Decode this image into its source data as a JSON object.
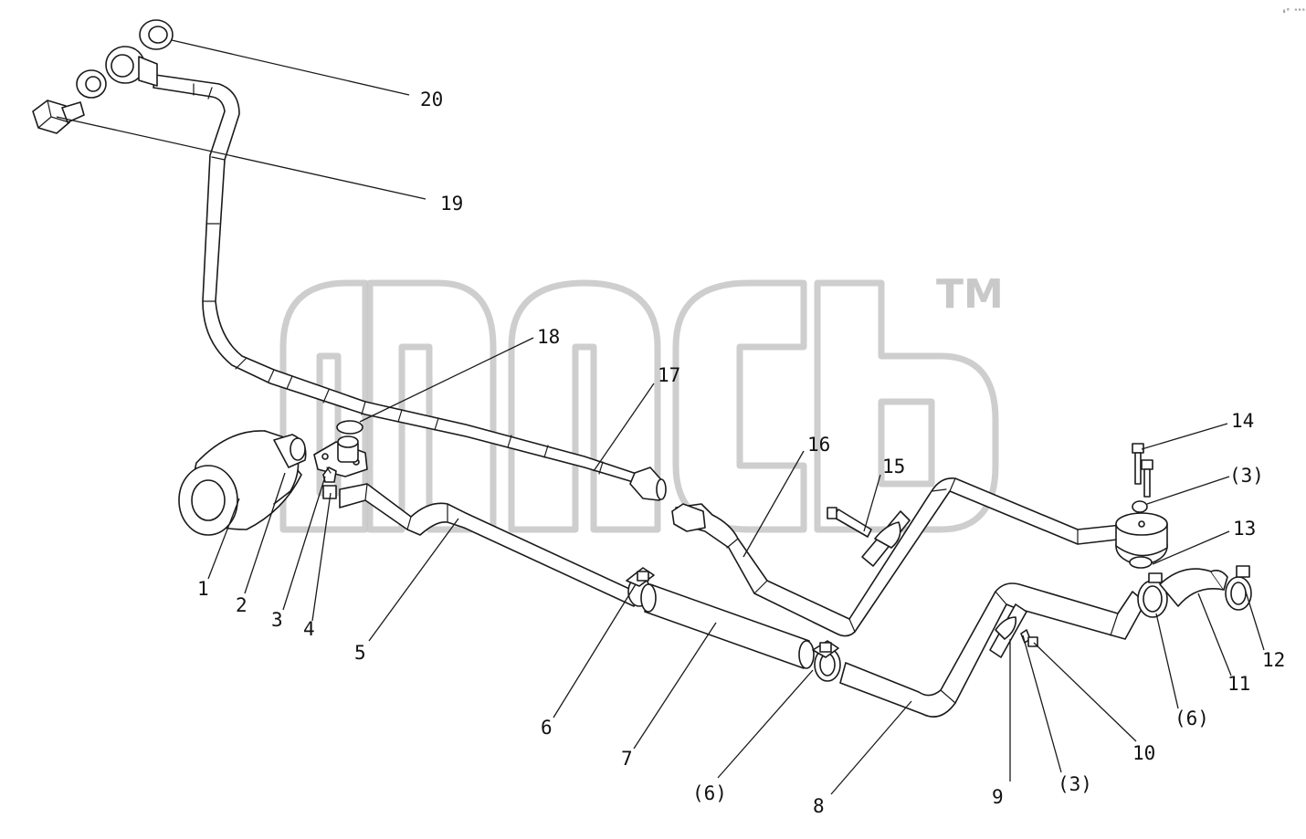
{
  "watermark": {
    "text": "TM"
  },
  "corner_mark": "₀⁰ ᵃᵃᵃ",
  "callouts": [
    {
      "id": "c1",
      "label": "1"
    },
    {
      "id": "c2",
      "label": "2"
    },
    {
      "id": "c3",
      "label": "3"
    },
    {
      "id": "c4",
      "label": "4"
    },
    {
      "id": "c5",
      "label": "5"
    },
    {
      "id": "c6",
      "label": "6"
    },
    {
      "id": "c7",
      "label": "7"
    },
    {
      "id": "c6b",
      "label": "(6)"
    },
    {
      "id": "c8",
      "label": "8"
    },
    {
      "id": "c9",
      "label": "9"
    },
    {
      "id": "c3b",
      "label": "(3)"
    },
    {
      "id": "c10",
      "label": "10"
    },
    {
      "id": "c6c",
      "label": "(6)"
    },
    {
      "id": "c11",
      "label": "11"
    },
    {
      "id": "c12",
      "label": "12"
    },
    {
      "id": "c13",
      "label": "13"
    },
    {
      "id": "c3c",
      "label": "(3)"
    },
    {
      "id": "c14",
      "label": "14"
    },
    {
      "id": "c15",
      "label": "15"
    },
    {
      "id": "c16",
      "label": "16"
    },
    {
      "id": "c17",
      "label": "17"
    },
    {
      "id": "c18",
      "label": "18"
    },
    {
      "id": "c19",
      "label": "19"
    },
    {
      "id": "c20",
      "label": "20"
    }
  ]
}
